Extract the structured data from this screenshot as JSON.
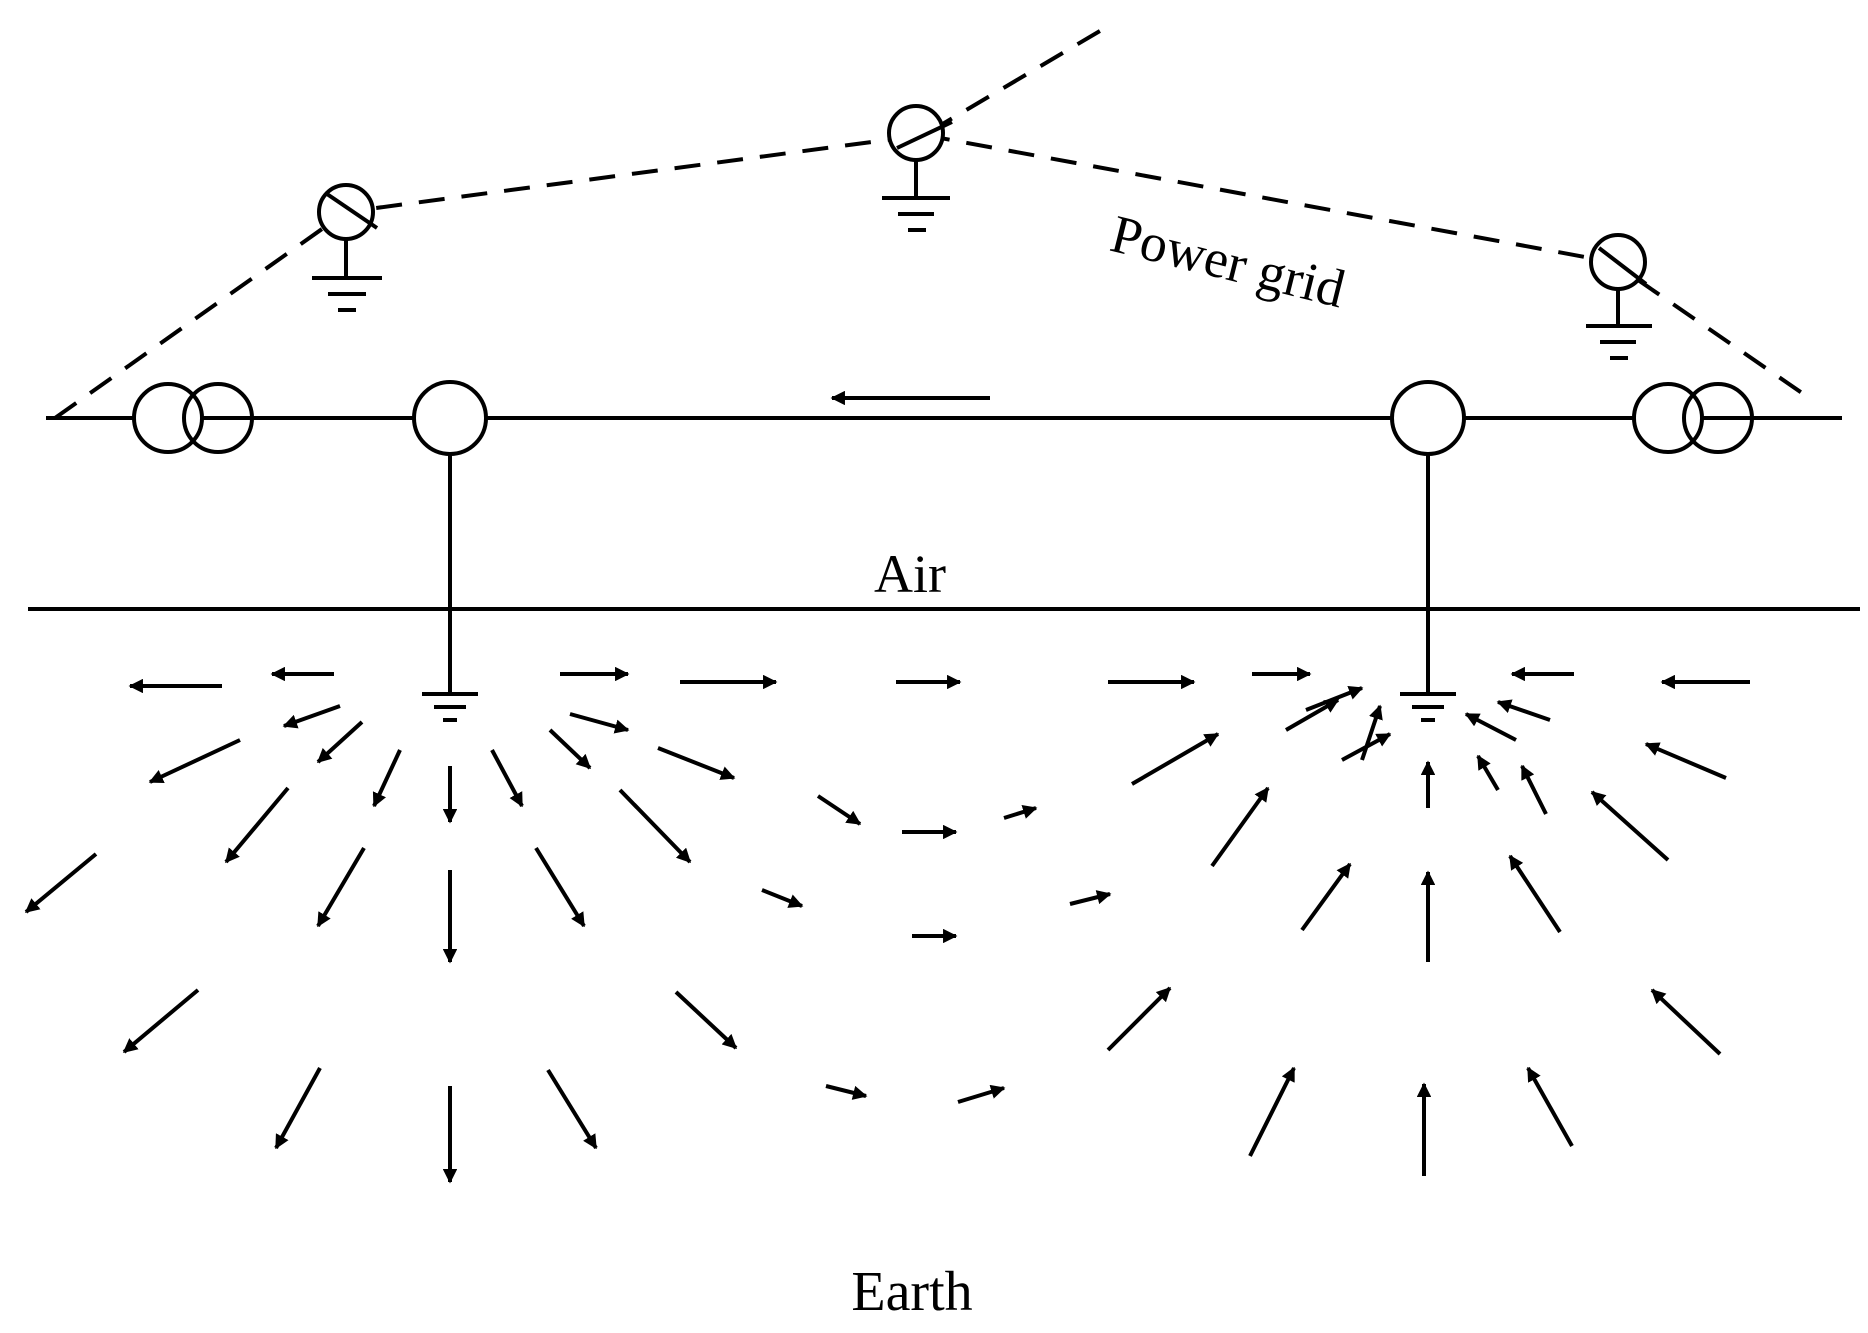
{
  "labels": {
    "power_grid": "Power grid",
    "air": "Air",
    "earth": "Earth"
  },
  "colors": {
    "ink": "#000000",
    "background": "#ffffff"
  }
}
